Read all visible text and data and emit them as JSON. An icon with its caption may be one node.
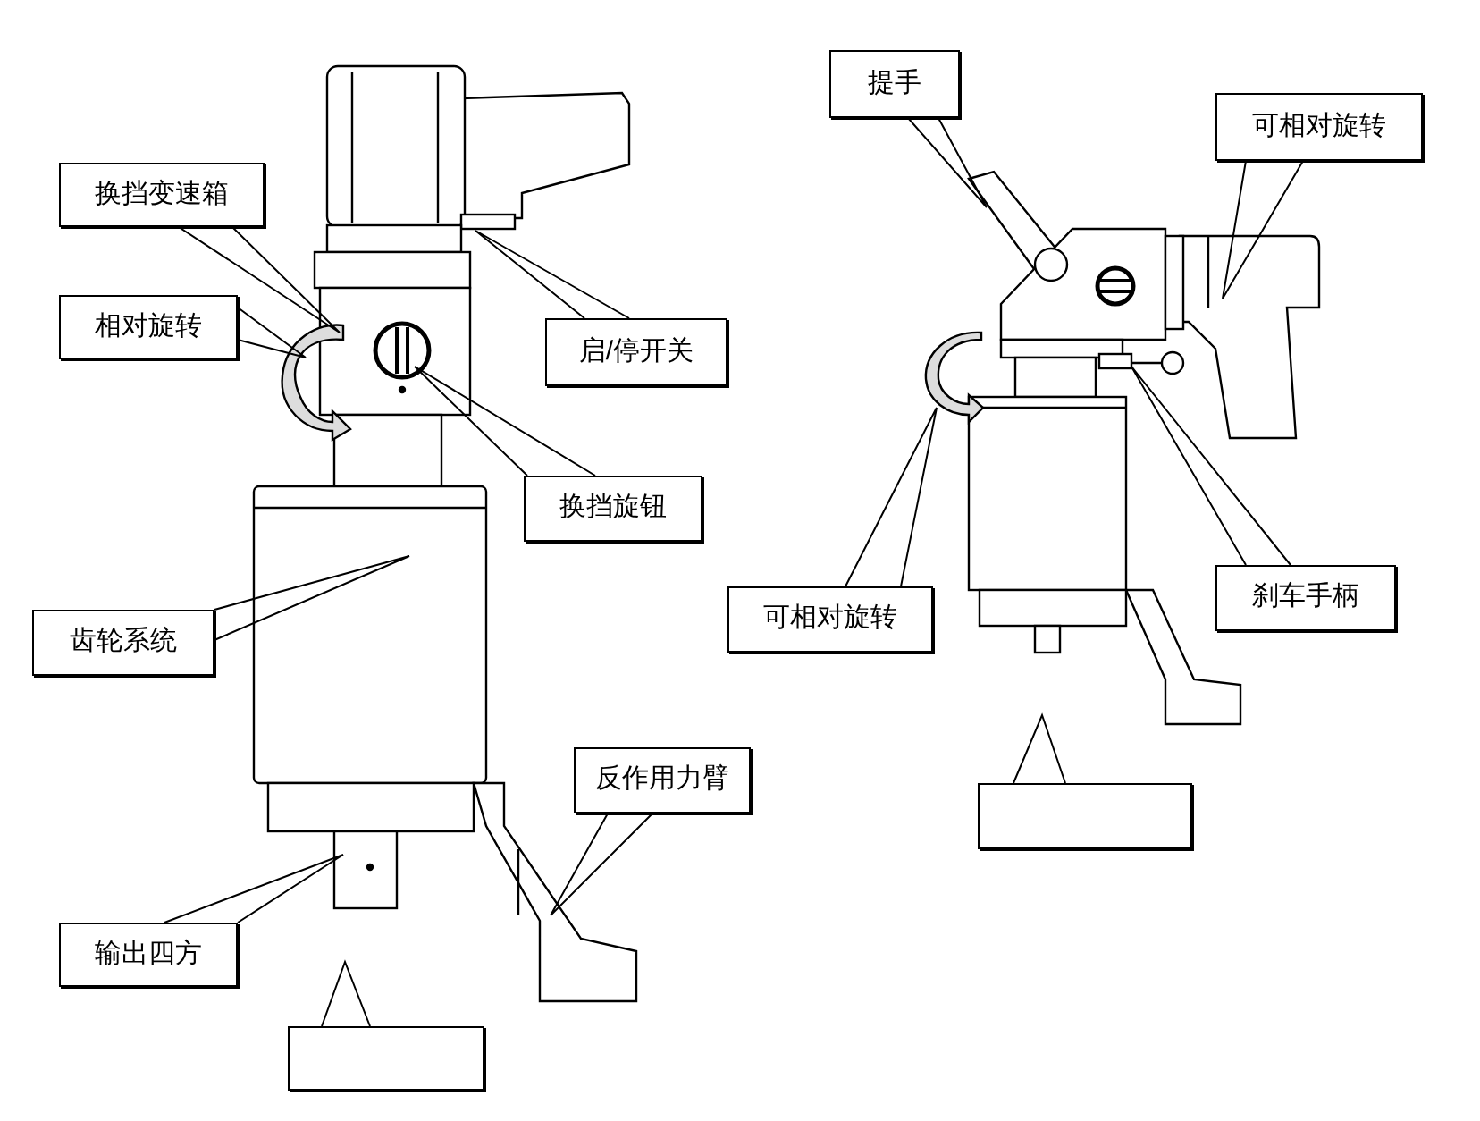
{
  "diagram": {
    "nodes": [
      {
        "text": [
          "换挡变速箱"
        ]
      },
      {
        "text": [
          "相对旋转"
        ]
      },
      {
        "text": [
          "启/停开关"
        ]
      },
      {
        "text": [
          "换挡旋钮"
        ]
      },
      {
        "text": [
          "齿轮系统"
        ]
      },
      {
        "text": [
          "反作用力臂"
        ]
      },
      {
        "text": [
          "输出四方"
        ]
      },
      {
        "text": [],
        "shape": "box"
      },
      {
        "text": [
          "提手"
        ]
      },
      {
        "text": [
          "可相对旋转"
        ]
      },
      {
        "text": [
          "可相对旋转"
        ]
      },
      {
        "text": [
          "刹车手柄"
        ]
      },
      {
        "text": [],
        "shape": "box"
      },
      {
        "text": [],
        "shape": "picture"
      },
      {
        "text": [],
        "shape": "picture"
      }
    ],
    "edges": [
      {
        "from": 0,
        "to": null,
        "arrow": "none"
      },
      {
        "from": 1,
        "to": 13,
        "arrow": "none"
      },
      {
        "from": 2,
        "to": null,
        "arrow": "none"
      },
      {
        "from": 3,
        "to": null,
        "arrow": "none"
      },
      {
        "from": 4,
        "to": null,
        "arrow": "none"
      },
      {
        "from": 5,
        "to": null,
        "arrow": "none"
      },
      {
        "from": 6,
        "to": null,
        "arrow": "none"
      },
      {
        "from": 7,
        "to": 13,
        "arrow": "none"
      },
      {
        "from": 8,
        "to": null,
        "arrow": "none"
      },
      {
        "from": 9,
        "to": 14,
        "arrow": "none"
      },
      {
        "from": 10,
        "to": null,
        "arrow": "none"
      },
      {
        "from": 11,
        "to": null,
        "arrow": "none"
      },
      {
        "from": 12,
        "to": 14,
        "arrow": "none"
      }
    ]
  }
}
